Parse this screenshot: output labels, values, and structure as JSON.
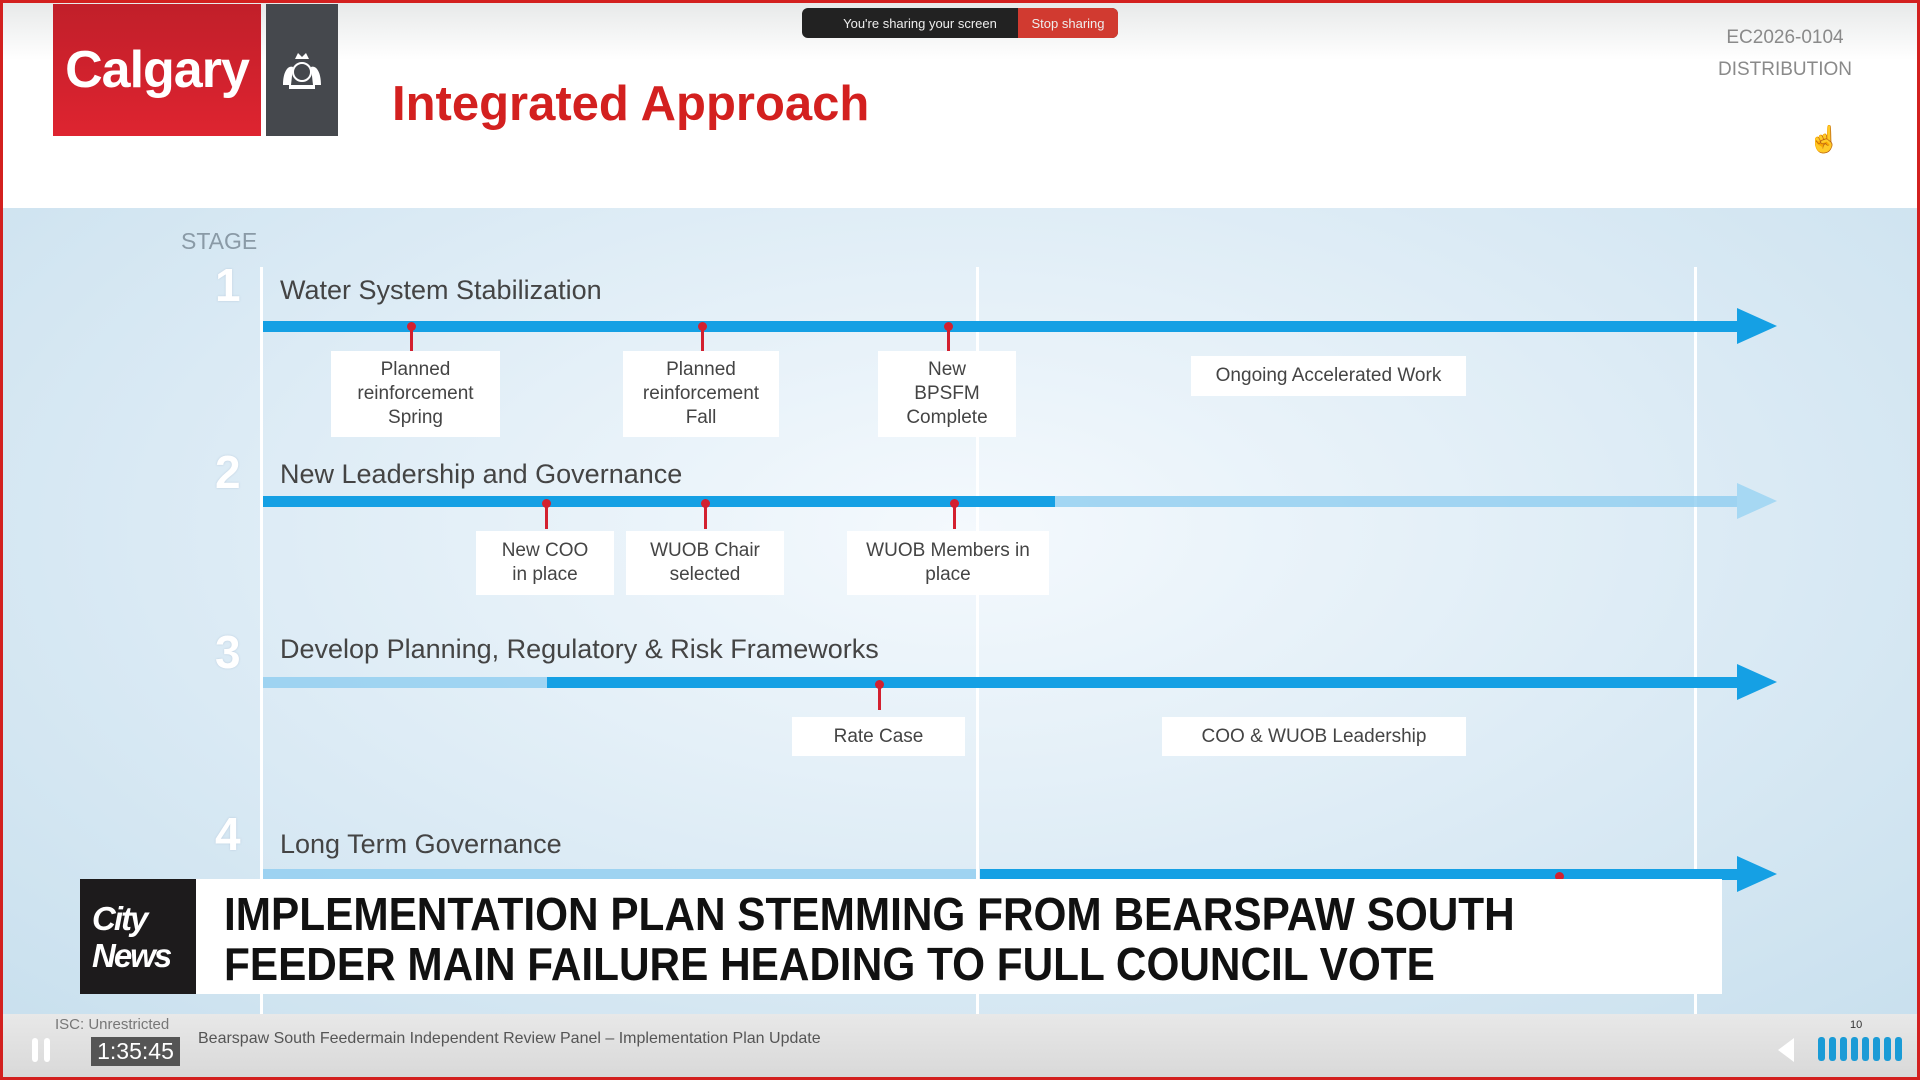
{
  "screen_share": {
    "status": "You're sharing your screen",
    "stop_label": "Stop sharing"
  },
  "header": {
    "logo_text": "Calgary",
    "title": "Integrated Approach",
    "doc_id": "EC2026-0104",
    "doc_class": "DISTRIBUTION"
  },
  "slide": {
    "stage_label": "STAGE",
    "stages": [
      {
        "number": "1",
        "title": "Water System Stabilization",
        "milestones": [
          "Planned reinforcement Spring",
          "Planned reinforcement Fall",
          "New BPSFM Complete"
        ],
        "note": "Ongoing Accelerated Work"
      },
      {
        "number": "2",
        "title": "New Leadership and Governance",
        "milestones": [
          "New COO in place",
          "WUOB Chair selected",
          "WUOB Members in place"
        ]
      },
      {
        "number": "3",
        "title": "Develop Planning, Regulatory & Risk Frameworks",
        "milestones": [
          "Rate Case"
        ],
        "note": "COO & WUOB Leadership"
      },
      {
        "number": "4",
        "title": "Long Term Governance"
      }
    ]
  },
  "news": {
    "logo_line1": "City",
    "logo_line2": "News",
    "headline_line1": "IMPLEMENTATION PLAN STEMMING FROM BEARSPAW SOUTH",
    "headline_line2": "FEEDER MAIN FAILURE HEADING TO FULL COUNCIL VOTE"
  },
  "player": {
    "classification": "ISC: Unrestricted",
    "time": "1:35:45",
    "footer_title": "Bearspaw South Feedermain Independent Review Panel – Implementation Plan Update",
    "volume_level": "10"
  }
}
